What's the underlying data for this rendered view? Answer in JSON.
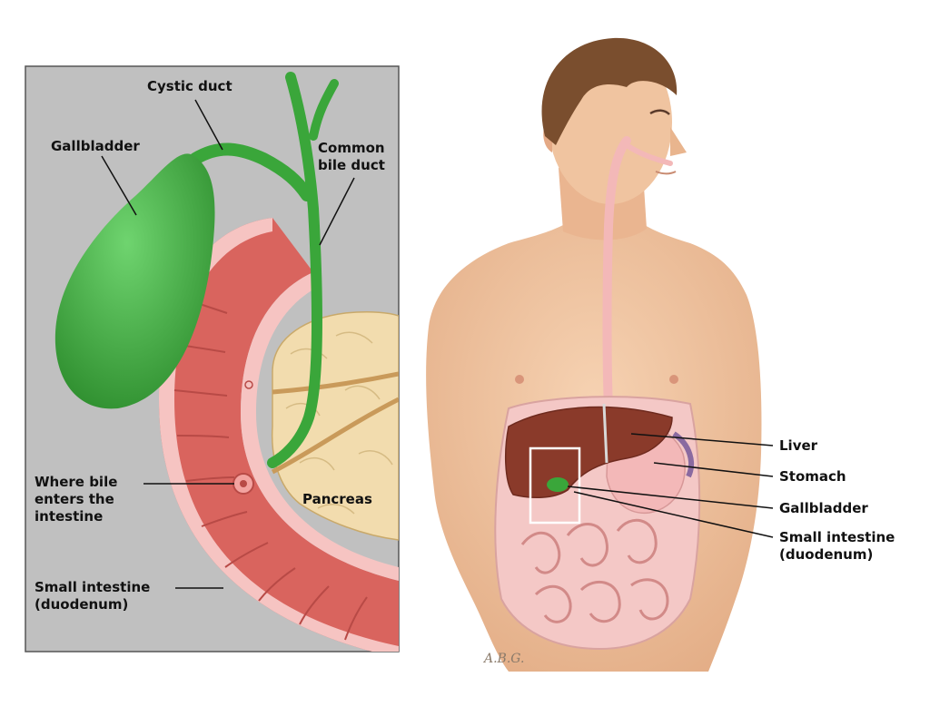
{
  "detail_panel": {
    "labels": {
      "cystic_duct": "Cystic duct",
      "gallbladder": "Gallbladder",
      "common_bile_duct_line1": "Common",
      "common_bile_duct_line2": "bile duct",
      "where_bile_line1": "Where bile",
      "where_bile_line2": "enters the",
      "where_bile_line3": "intestine",
      "pancreas": "Pancreas",
      "small_intestine_line1": "Small intestine",
      "small_intestine_line2": "(duodenum)"
    }
  },
  "body_figure": {
    "labels": {
      "liver": "Liver",
      "stomach": "Stomach",
      "gallbladder": "Gallbladder",
      "small_intestine_line1": "Small intestine",
      "small_intestine_line2": "(duodenum)"
    },
    "signature": "A.B.G."
  },
  "colors": {
    "panel_background": "#c0c0c0",
    "gallbladder": "#3aa63a",
    "intestine": "#d9645e",
    "intestine_lining": "#f6c4c2",
    "pancreas": "#f2dcae",
    "skin": "#f0c4a0",
    "liver": "#8a3a2a",
    "stomach": "#f3b8b8"
  }
}
